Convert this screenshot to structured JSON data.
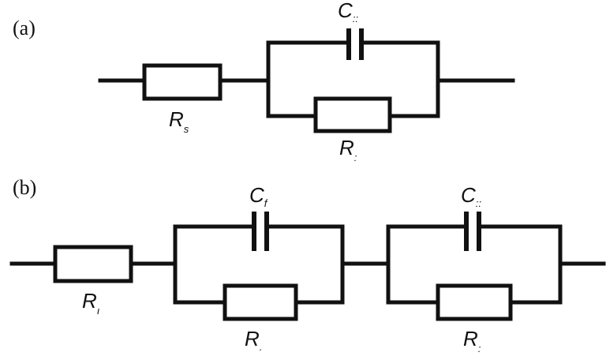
{
  "circuit_a": {
    "panel_label": "(a)",
    "series_resistor": {
      "symbol": "R",
      "subscript": "s"
    },
    "capacitor": {
      "symbol": "C",
      "subscript": "::"
    },
    "parallel_resistor": {
      "symbol": "R",
      "subscript": ":"
    }
  },
  "circuit_b": {
    "panel_label": "(b)",
    "series_resistor": {
      "symbol": "R",
      "subscript": "ı"
    },
    "stage1_capacitor": {
      "symbol": "C",
      "subscript": "f"
    },
    "stage1_resistor": {
      "symbol": "R",
      "subscript": "."
    },
    "stage2_capacitor": {
      "symbol": "C",
      "subscript": "::"
    },
    "stage2_resistor": {
      "symbol": "R",
      "subscript": ":"
    }
  }
}
